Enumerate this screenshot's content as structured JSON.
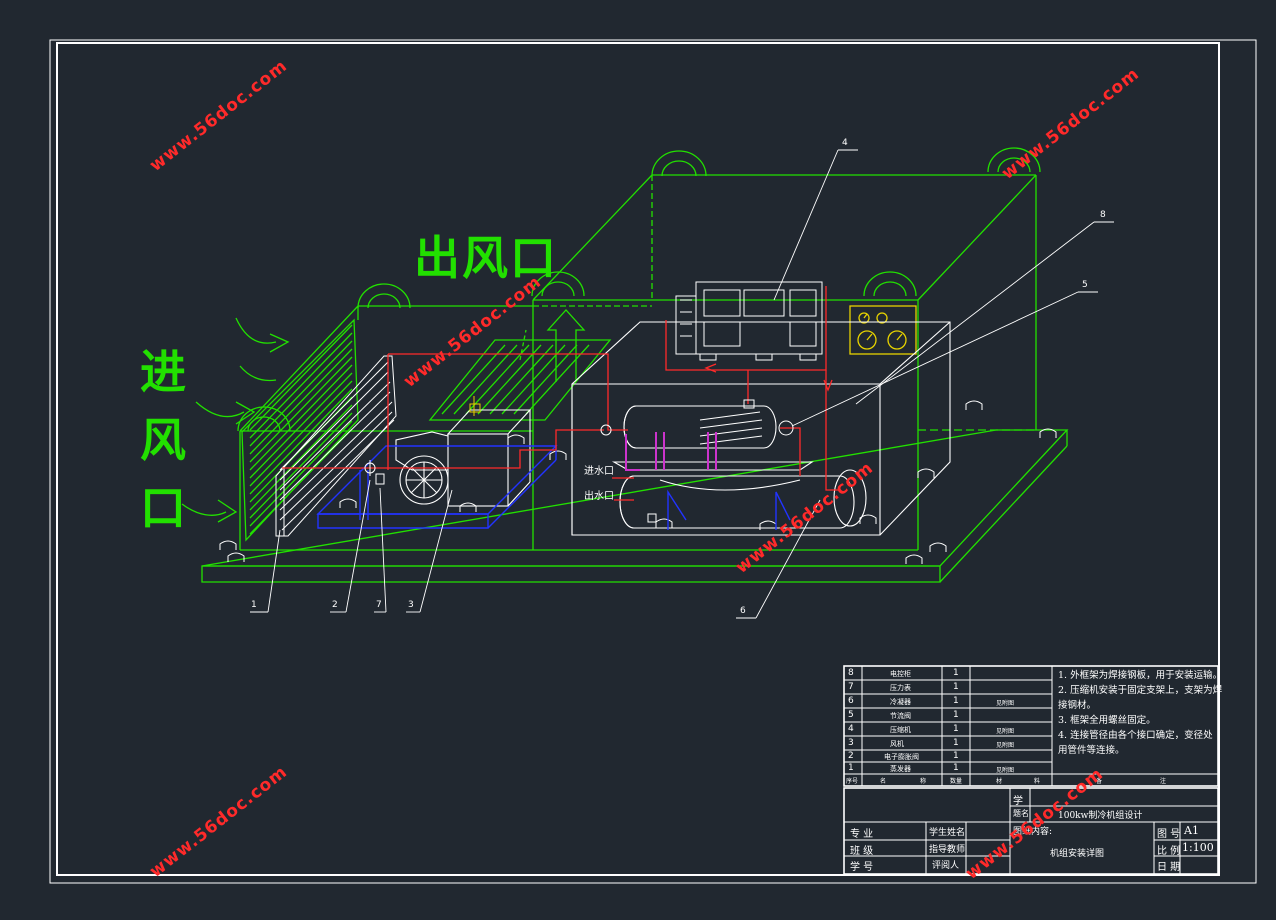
{
  "labels": {
    "outlet": "出风口",
    "inlet_chars": [
      "进",
      "风",
      "口"
    ],
    "water_in": "进水口",
    "water_out": "出水口"
  },
  "leaders": [
    "1",
    "2",
    "7",
    "3",
    "4",
    "8",
    "5",
    "6"
  ],
  "watermark": "www.56doc.com",
  "parts": [
    {
      "no": "8",
      "name": "电控柜",
      "qty": "1",
      "note": ""
    },
    {
      "no": "7",
      "name": "压力表",
      "qty": "1",
      "note": ""
    },
    {
      "no": "6",
      "name": "冷凝器",
      "qty": "1",
      "note": "见附图"
    },
    {
      "no": "5",
      "name": "节流阀",
      "qty": "1",
      "note": ""
    },
    {
      "no": "4",
      "name": "压缩机",
      "qty": "1",
      "note": "见附图"
    },
    {
      "no": "3",
      "name": "风机",
      "qty": "1",
      "note": "见附图"
    },
    {
      "no": "2",
      "name": "电子膨胀阀",
      "qty": "1",
      "note": ""
    },
    {
      "no": "1",
      "name": "蒸发器",
      "qty": "1",
      "note": "见附图"
    }
  ],
  "parts_header": [
    "序号",
    "名",
    "称",
    "数量",
    "材",
    "料",
    "备",
    "注"
  ],
  "notes": [
    "1. 外框架为焊接钢板，用于安装运输。",
    "2. 压缩机安装于固定支架上，支架为焊",
    "   接钢材。",
    "3. 框架全用螺丝固定。",
    "4. 连接管径由各个接口确定，变径处",
    "   用管件等连接。"
  ],
  "title_block": {
    "topic_label": "学",
    "topic_sub": "题名",
    "topic": "100kw制冷机组设计",
    "major": "专 业",
    "student": "学生姓名",
    "class": "班 级",
    "advisor": "指导教师",
    "number": "学 号",
    "reviewer": "评阅人",
    "content_label": "图纸内容:",
    "content": "机组安装详图",
    "drawing_no_label": "图 号",
    "drawing_no": "A1",
    "scale_label": "比 例",
    "scale": "1:100",
    "date_label": "日 期"
  },
  "colors": {
    "background": "#212830",
    "frame": "#ffffff",
    "green": "#22e000",
    "red": "#ff2a2a",
    "blue": "#2233ff",
    "magenta": "#cc33cc",
    "yellow": "#e6d200"
  }
}
